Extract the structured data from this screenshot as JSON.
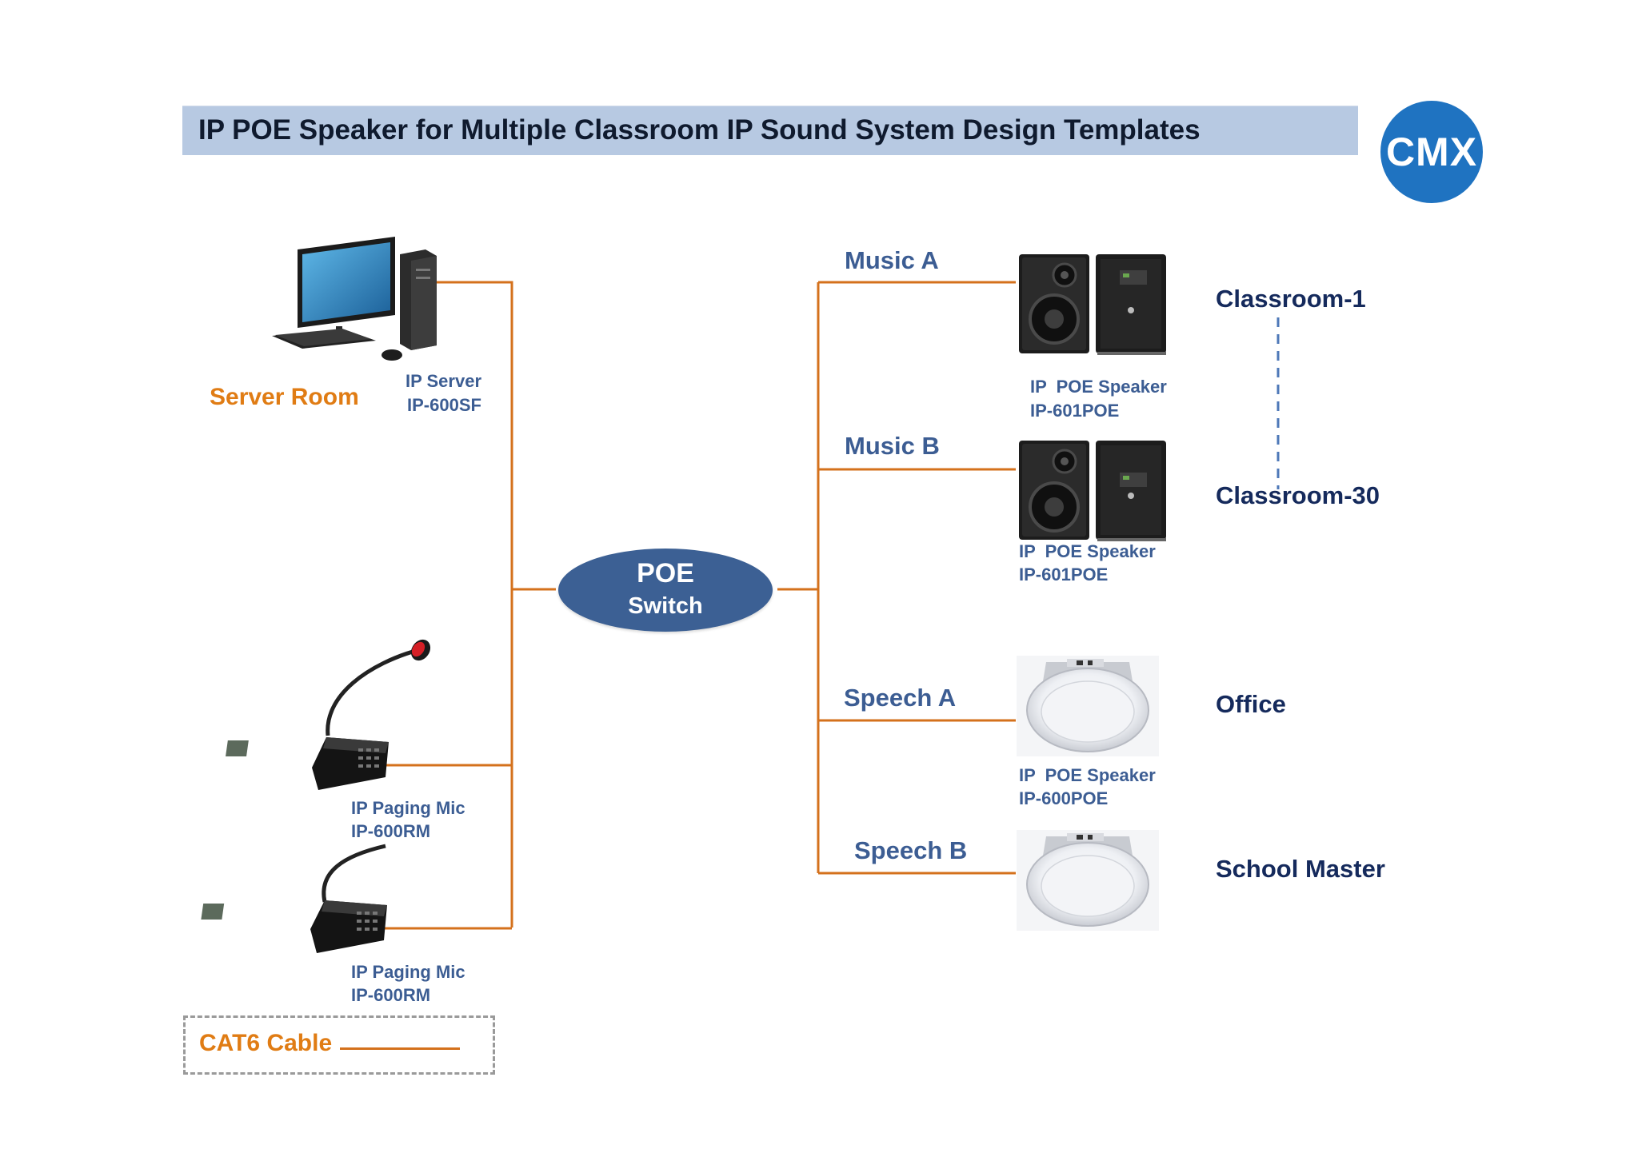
{
  "title": "IP POE Speaker for Multiple Classroom IP Sound System Design Templates",
  "logo_text": "CMX",
  "colors": {
    "title_bar": "#b7c9e2",
    "logo": "#1f73c1",
    "cable": "#d4711c",
    "switch": "#3c6094",
    "label_blue": "#3c5d93",
    "label_orange": "#e07c14",
    "room_navy": "#152a5c"
  },
  "server": {
    "room_label": "Server Room",
    "name": "IP Server",
    "model": "IP-600SF",
    "icon": "desktop-computer-icon"
  },
  "mics": [
    {
      "name": "IP Paging Mic",
      "model": "IP-600RM",
      "icon": "paging-microphone-icon"
    },
    {
      "name": "IP Paging Mic",
      "model": "IP-600RM",
      "icon": "paging-microphone-icon"
    }
  ],
  "switch": {
    "line1": "POE",
    "line2": "Switch"
  },
  "zones": [
    {
      "label": "Music A",
      "device_name": "IP  POE Speaker",
      "device_model": "IP-601POE",
      "room": "Classroom-1",
      "icon": "wall-speaker-icon"
    },
    {
      "label": "Music B",
      "device_name": "IP  POE Speaker",
      "device_model": "IP-601POE",
      "room": "Classroom-30",
      "icon": "wall-speaker-icon"
    },
    {
      "label": "Speech A",
      "device_name": "IP  POE Speaker",
      "device_model": "IP-600POE",
      "room": "Office",
      "icon": "ceiling-speaker-icon"
    },
    {
      "label": "Speech B",
      "device_name": "",
      "device_model": "",
      "room": "School Master",
      "icon": "ceiling-speaker-icon"
    }
  ],
  "legend": {
    "label": "CAT6 Cable"
  }
}
